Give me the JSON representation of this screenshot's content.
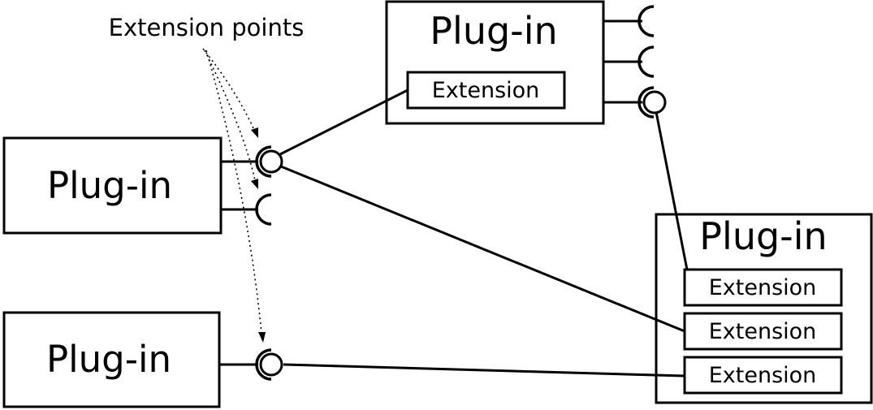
{
  "annotation": "Extension points",
  "plugins": {
    "top": {
      "title": "Plug-in",
      "extension": "Extension"
    },
    "left": {
      "title": "Plug-in"
    },
    "bottom_left": {
      "title": "Plug-in"
    },
    "right": {
      "title": "Plug-in",
      "extensions": [
        "Extension",
        "Extension",
        "Extension"
      ]
    }
  }
}
